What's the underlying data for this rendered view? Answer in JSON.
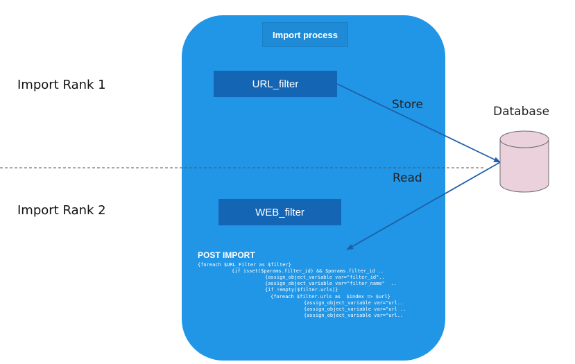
{
  "process": {
    "title": "Import process"
  },
  "ranks": {
    "rank1": "Import Rank 1",
    "rank2": "Import Rank 2"
  },
  "filters": {
    "url_filter": "URL_filter",
    "web_filter": "WEB_filter"
  },
  "edges": {
    "store": "Store",
    "read": "Read"
  },
  "database": {
    "label": "Database"
  },
  "post_import": {
    "title": "POST IMPORT",
    "code_lines": [
      "{foreach $URL_Filter as $filter}",
      "{if isset($params.filter_id) && $params.filter_id ..",
      "{assign_object_variable var=\"filter_id\"..",
      "{assign_object_variable var=\"filter_name\"  ..",
      "{if !empty($filter.urls)}",
      "{foreach $filter.urls as  $index => $url}",
      "{assign_object_variable var=\"url..",
      "{assign_object_variable var=\"url ..",
      "{assign_object_variable var=\"url.."
    ]
  },
  "colors": {
    "panel": "#2196e6",
    "filter_box": "#1565b5",
    "arrow": "#1f5fa8",
    "database_fill": "#ead1dc"
  }
}
